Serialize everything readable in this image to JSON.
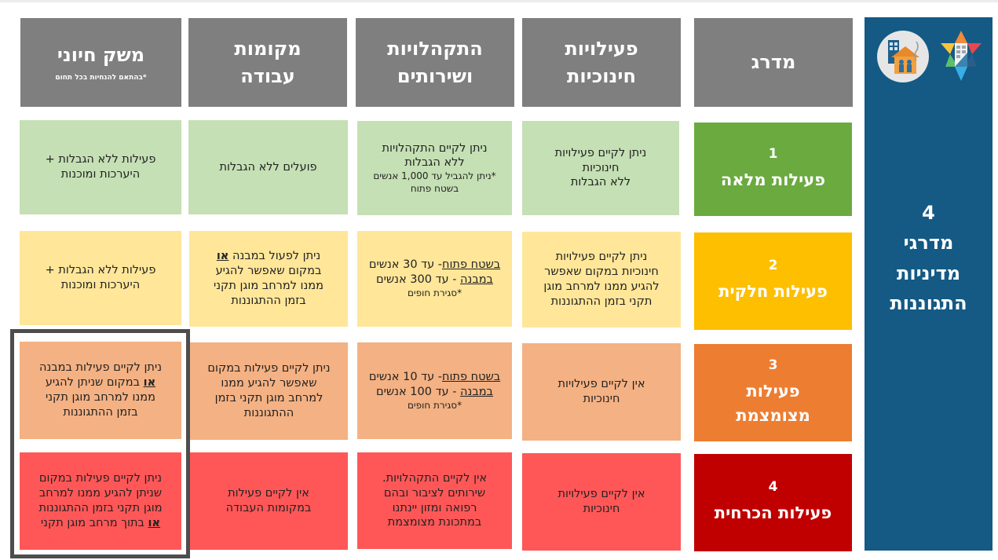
{
  "side_panel": {
    "title_lines": [
      "4",
      "מדרגי",
      "מדיניות",
      "התגוננות"
    ],
    "logos": [
      "home-front-family-logo-icon",
      "star-of-david-colorful-logo-icon"
    ],
    "background": "#145a84"
  },
  "headers": {
    "level": [
      "מדרג"
    ],
    "education": [
      "פעילויות",
      "חינוכיות"
    ],
    "gatherings": [
      "התקהלויות",
      "ושירותים"
    ],
    "workplaces": [
      "מקומות",
      "עבודה"
    ],
    "essential": [
      "משק חיוני"
    ],
    "essential_note": "*בהתאם להנחיות בכל תחום",
    "background": "#7f7f7f"
  },
  "rows": [
    {
      "level_number": "1",
      "level_name": [
        "פעילות מלאה"
      ],
      "level_color": "#6aaa3f",
      "cell_color": "#c5e0b4",
      "education": [
        "ניתן לקיים פעילויות",
        "חינוכיות",
        "ללא הגבלות"
      ],
      "gatherings": [
        "ניתן לקיים התקהלויות",
        "ללא הגבלות"
      ],
      "gatherings_note": [
        "*ניתן להגביל עד 1,000 אנשים",
        "בשטח פתוח"
      ],
      "workplaces": [
        "פועלים ללא הגבלות"
      ],
      "essential": [
        "פעילות ללא הגבלות +",
        "היערכות ומוכנות"
      ]
    },
    {
      "level_number": "2",
      "level_name": [
        "פעילות חלקית"
      ],
      "level_color": "#fdbf00",
      "cell_color": "#ffe699",
      "education": [
        "ניתן לקיים פעילויות",
        "חינוכיות במקום שאפשר",
        "להגיע ממנו למרחב מוגן",
        "תקני בזמן ההתגוננות"
      ],
      "gatherings_open_label": "בשטח פתוח",
      "gatherings_open_value": "- עד 30 אנשים",
      "gatherings_building_label": "במבנה",
      "gatherings_building_value": " - עד 300 אנשים",
      "gatherings_note": "*סגירת חופים",
      "workplaces_pre": "ניתן לפעול במבנה ",
      "workplaces_or": "או",
      "workplaces_rest": [
        "במקום שאפשר להגיע",
        "ממנו למרחב מוגן תקני",
        "בזמן ההתגוננות"
      ],
      "essential": [
        "פעילות ללא הגבלות +",
        "היערכות ומוכנות"
      ]
    },
    {
      "level_number": "3",
      "level_name": [
        "פעילות",
        "מצומצמת"
      ],
      "level_color": "#ed7d31",
      "cell_color": "#f4b183",
      "education": [
        "אין לקיים פעילויות",
        "חינוכיות"
      ],
      "gatherings_open_label": "בשטח פתוח",
      "gatherings_open_value": "- עד 10 אנשים",
      "gatherings_building_label": "במבנה",
      "gatherings_building_value": " - עד 100 אנשים",
      "gatherings_note": "*סגירת חופים",
      "workplaces": [
        "ניתן לקיים פעילות במקום",
        "שאפשר להגיע ממנו",
        "למרחב מוגן תקני בזמן",
        "ההתגוננות"
      ],
      "essential_line1": "ניתן לקיים פעילות במבנה",
      "essential_or": "או",
      "essential_line2_rest": " במקום שניתן להגיע",
      "essential_rest": [
        "ממנו למרחב מוגן תקני",
        "בזמן ההתגוננות"
      ]
    },
    {
      "level_number": "4",
      "level_name": [
        "פעילות הכרחית"
      ],
      "level_color": "#c00000",
      "cell_color": "#ff5757",
      "education": [
        "אין לקיים פעילויות",
        "חינוכיות"
      ],
      "gatherings": [
        "אין לקיים התקהלויות.",
        "שירותים לציבור ובהם",
        "רפואה ומזון יינתנו",
        "במתכונת מצומצמת"
      ],
      "workplaces": [
        "אין לקיים פעילות",
        "במקומות העבודה"
      ],
      "essential": [
        "ניתן לקיים פעילות במקום",
        "שניתן להגיע ממנו למרחב",
        "מוגן תקני בזמן ההתגוננות"
      ],
      "essential_or": "או",
      "essential_last_rest": " בתוך מרחב מוגן תקני"
    }
  ]
}
